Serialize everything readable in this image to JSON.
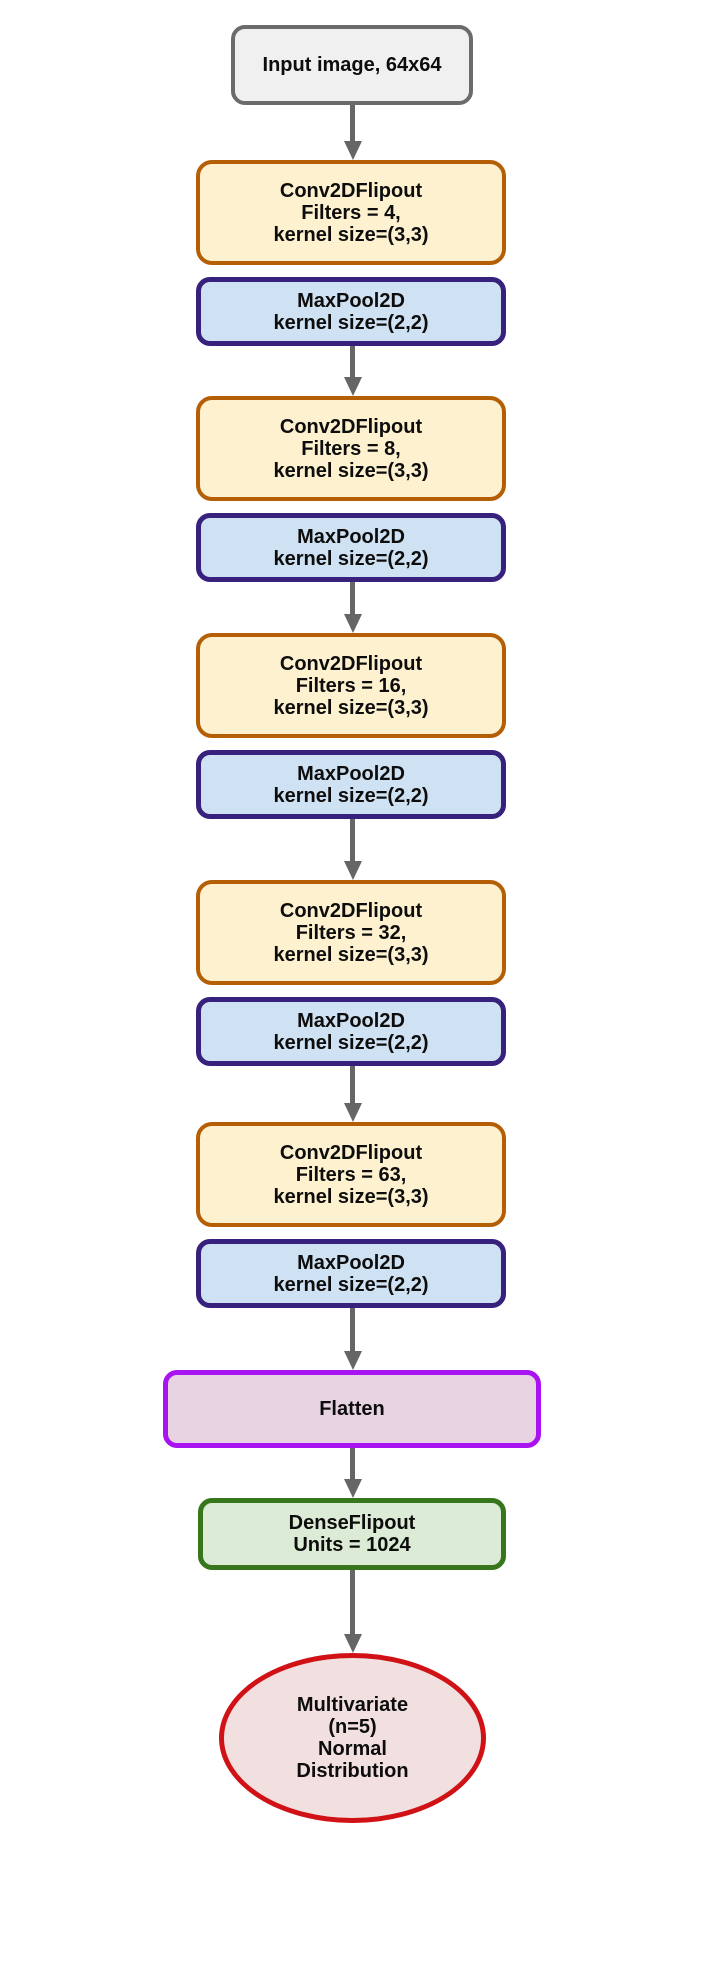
{
  "diagram": {
    "type": "flowchart",
    "direction": "top-down",
    "description": "Bayesian CNN architecture diagram",
    "colors": {
      "background": "#FFFFFF",
      "arrow": "#666666",
      "input_fill": "#F0F0F0",
      "input_border": "#6B6B6B",
      "conv_fill": "#FDF1CF",
      "conv_border": "#B45F06",
      "pool_fill": "#CFE2F3",
      "pool_border": "#38217C",
      "flatten_fill": "#E7D3E1",
      "flatten_border": "#A913F2",
      "dense_fill": "#DCEBD5",
      "dense_border": "#38761D",
      "output_fill": "#F2E0E0",
      "output_border": "#D01216",
      "text": "#0D0D0D"
    },
    "nodes": {
      "input": {
        "shape": "rounded-rect",
        "lines": [
          "Input image, 64x64"
        ]
      },
      "conv1": {
        "shape": "rounded-rect",
        "lines": [
          "Conv2DFlipout",
          "Filters = 4,",
          "kernel size=(3,3)"
        ]
      },
      "pool1": {
        "shape": "rounded-rect",
        "lines": [
          "MaxPool2D",
          "kernel size=(2,2)"
        ]
      },
      "conv2": {
        "shape": "rounded-rect",
        "lines": [
          "Conv2DFlipout",
          "Filters = 8,",
          "kernel size=(3,3)"
        ]
      },
      "pool2": {
        "shape": "rounded-rect",
        "lines": [
          "MaxPool2D",
          "kernel size=(2,2)"
        ]
      },
      "conv3": {
        "shape": "rounded-rect",
        "lines": [
          "Conv2DFlipout",
          "Filters = 16,",
          "kernel size=(3,3)"
        ]
      },
      "pool3": {
        "shape": "rounded-rect",
        "lines": [
          "MaxPool2D",
          "kernel size=(2,2)"
        ]
      },
      "conv4": {
        "shape": "rounded-rect",
        "lines": [
          "Conv2DFlipout",
          "Filters = 32,",
          "kernel size=(3,3)"
        ]
      },
      "pool4": {
        "shape": "rounded-rect",
        "lines": [
          "MaxPool2D",
          "kernel size=(2,2)"
        ]
      },
      "conv5": {
        "shape": "rounded-rect",
        "lines": [
          "Conv2DFlipout",
          "Filters = 63,",
          "kernel size=(3,3)"
        ]
      },
      "pool5": {
        "shape": "rounded-rect",
        "lines": [
          "MaxPool2D",
          "kernel size=(2,2)"
        ]
      },
      "flatten": {
        "shape": "rounded-rect",
        "lines": [
          "Flatten"
        ]
      },
      "dense": {
        "shape": "rounded-rect",
        "lines": [
          "DenseFlipout",
          "Units = 1024"
        ]
      },
      "output": {
        "shape": "ellipse",
        "lines": [
          "Multivariate",
          "(n=5)",
          "Normal",
          "Distribution"
        ]
      }
    },
    "edges": [
      {
        "from": "input",
        "to": "conv1",
        "arrow": true
      },
      {
        "from": "pool1",
        "to": "conv2",
        "arrow": true
      },
      {
        "from": "pool2",
        "to": "conv3",
        "arrow": true
      },
      {
        "from": "pool3",
        "to": "conv4",
        "arrow": true
      },
      {
        "from": "pool4",
        "to": "conv5",
        "arrow": true
      },
      {
        "from": "pool5",
        "to": "flatten",
        "arrow": true
      },
      {
        "from": "flatten",
        "to": "dense",
        "arrow": true
      },
      {
        "from": "dense",
        "to": "output",
        "arrow": true
      }
    ]
  }
}
